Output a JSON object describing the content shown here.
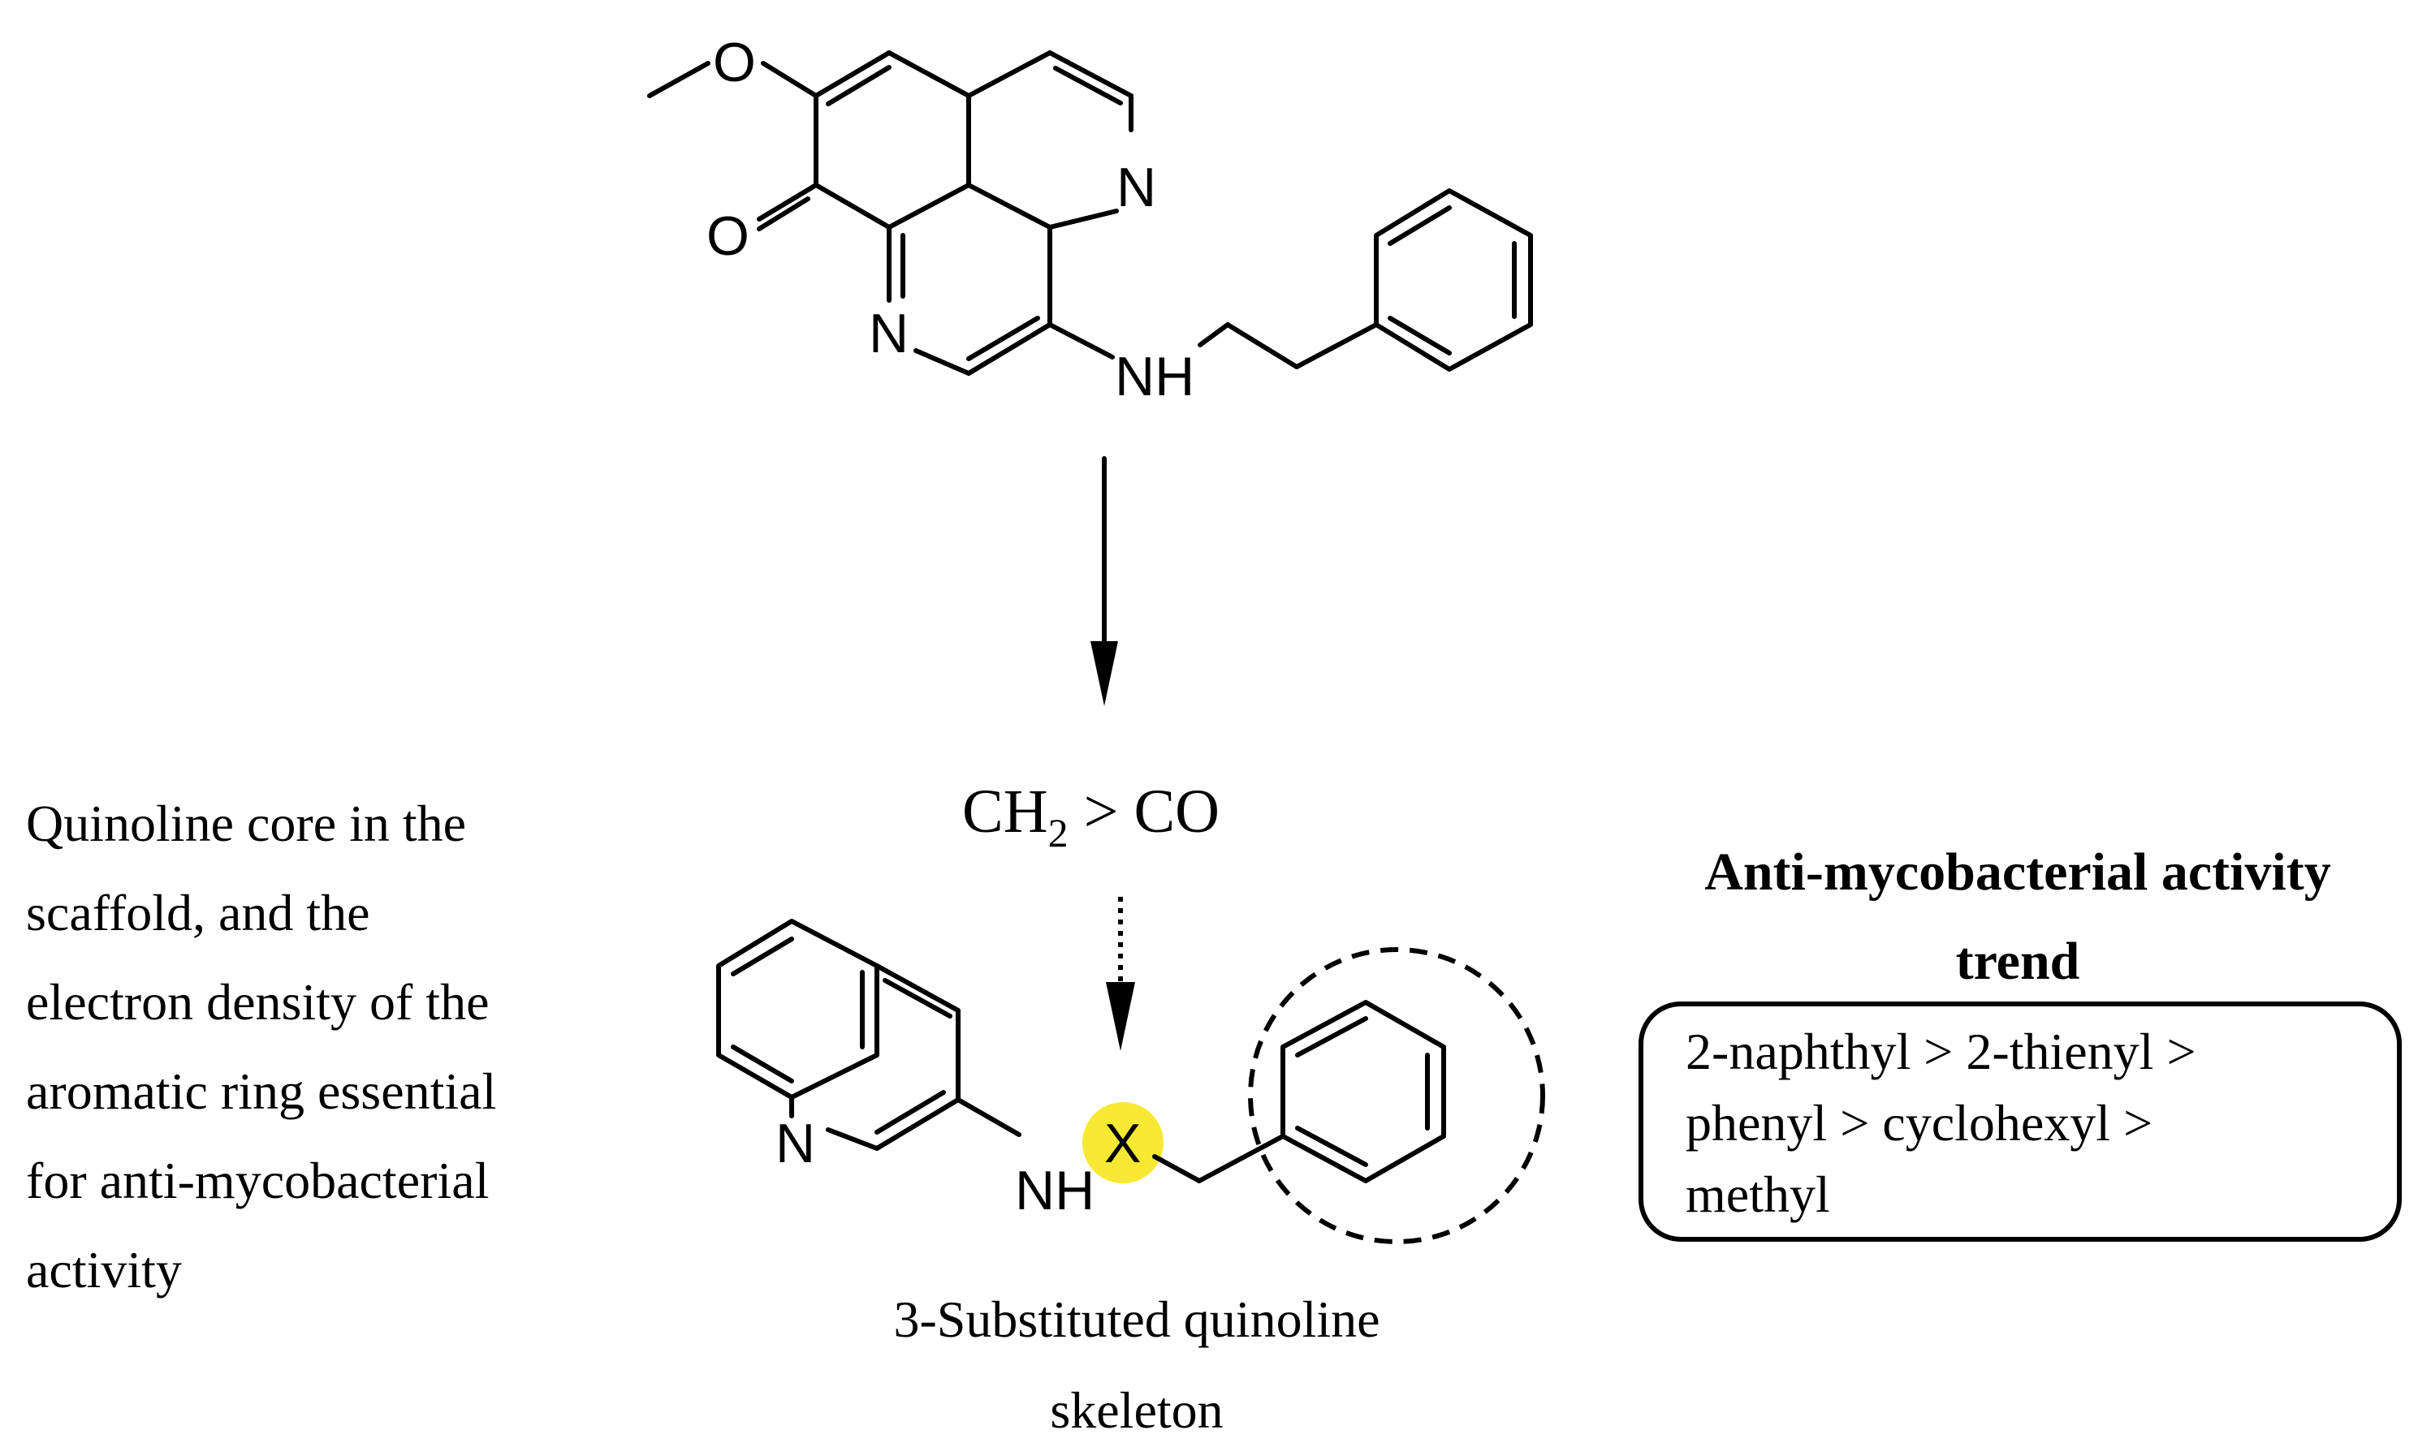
{
  "top_molecule": {
    "atom_O_methoxy": "O",
    "atom_O_carbonyl": "O",
    "atom_N_right": "N",
    "atom_N_bottom": "N",
    "atom_NH": "NH"
  },
  "arrow_label": {
    "ch": "CH",
    "sub": "2",
    "rest": " > CO"
  },
  "bottom_molecule": {
    "atom_N": "N",
    "atom_NH": "NH",
    "atom_X": "X",
    "highlight_color": "#f5e400"
  },
  "left_note": {
    "lines": [
      "Quinoline core in the",
      "scaffold, and the",
      "electron density of the",
      "aromatic ring essential",
      "for anti-mycobacterial",
      "activity"
    ]
  },
  "caption": {
    "lines": [
      "3-Substituted quinoline",
      "skeleton"
    ]
  },
  "trend": {
    "title_lines": [
      "Anti-mycobacterial activity",
      "trend"
    ],
    "box_lines": [
      "2-naphthyl > 2-thienyl >",
      "phenyl > cyclohexyl >",
      "methyl"
    ]
  }
}
